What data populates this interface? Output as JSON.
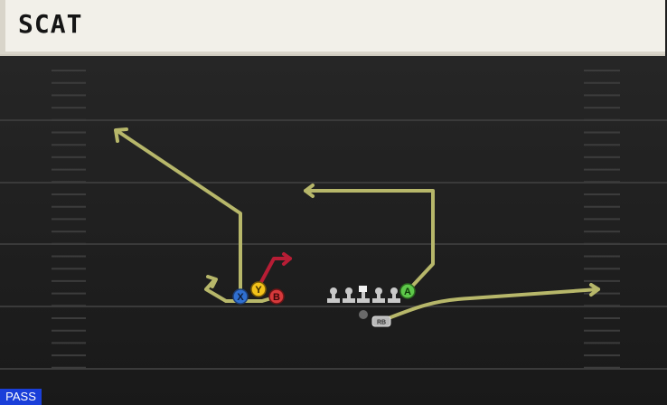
{
  "play": {
    "name": "SCAT",
    "type_badge": "PASS"
  },
  "players": {
    "x": "X",
    "y": "Y",
    "b": "B",
    "a": "A",
    "rb": "RB"
  },
  "colors": {
    "route": "#b7b76a",
    "hot_route": "#b71d35",
    "x_button": "#2f6fd0",
    "y_button": "#f3c21a",
    "b_button": "#d6393b",
    "a_button": "#5ec84a",
    "pass_badge": "#1a3fd9"
  }
}
